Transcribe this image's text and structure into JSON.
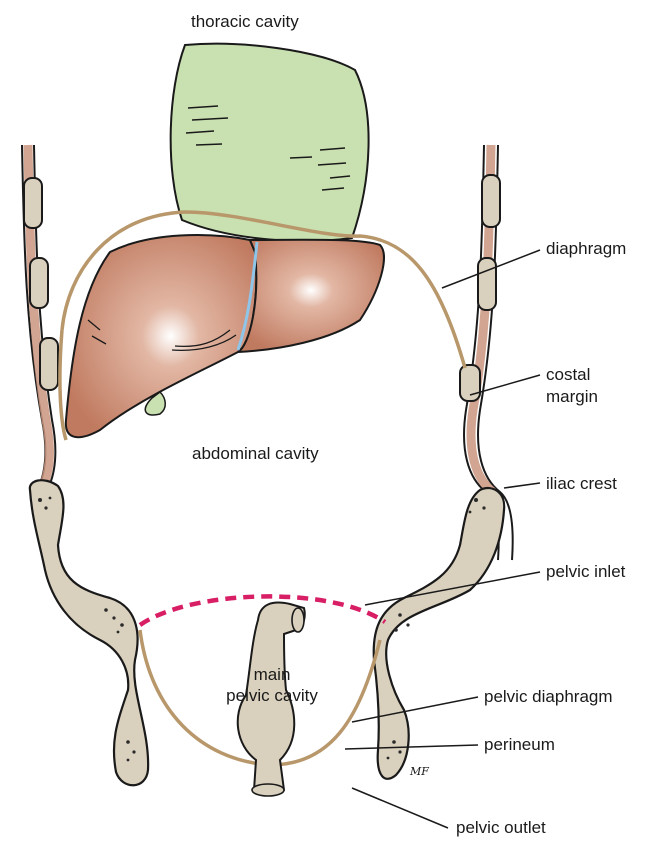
{
  "labels": {
    "thoracic_cavity": "thoracic cavity",
    "diaphragm": "diaphragm",
    "costal_margin_line1": "costal",
    "costal_margin_line2": "margin",
    "abdominal_cavity": "abdominal cavity",
    "iliac_crest": "iliac crest",
    "pelvic_inlet": "pelvic inlet",
    "main_pelvic_line1": "main",
    "main_pelvic_line2": "pelvic cavity",
    "pelvic_diaphragm": "pelvic diaphragm",
    "perineum": "perineum",
    "pelvic_outlet": "pelvic outlet",
    "signature": "MF"
  },
  "colors": {
    "lung": "#c9e0b0",
    "liver": "#c9856a",
    "bone": "#d9d0bd",
    "diaphragm_line": "#b8976b",
    "inlet_dash": "#d81e64",
    "ink": "#1a1a1a"
  }
}
